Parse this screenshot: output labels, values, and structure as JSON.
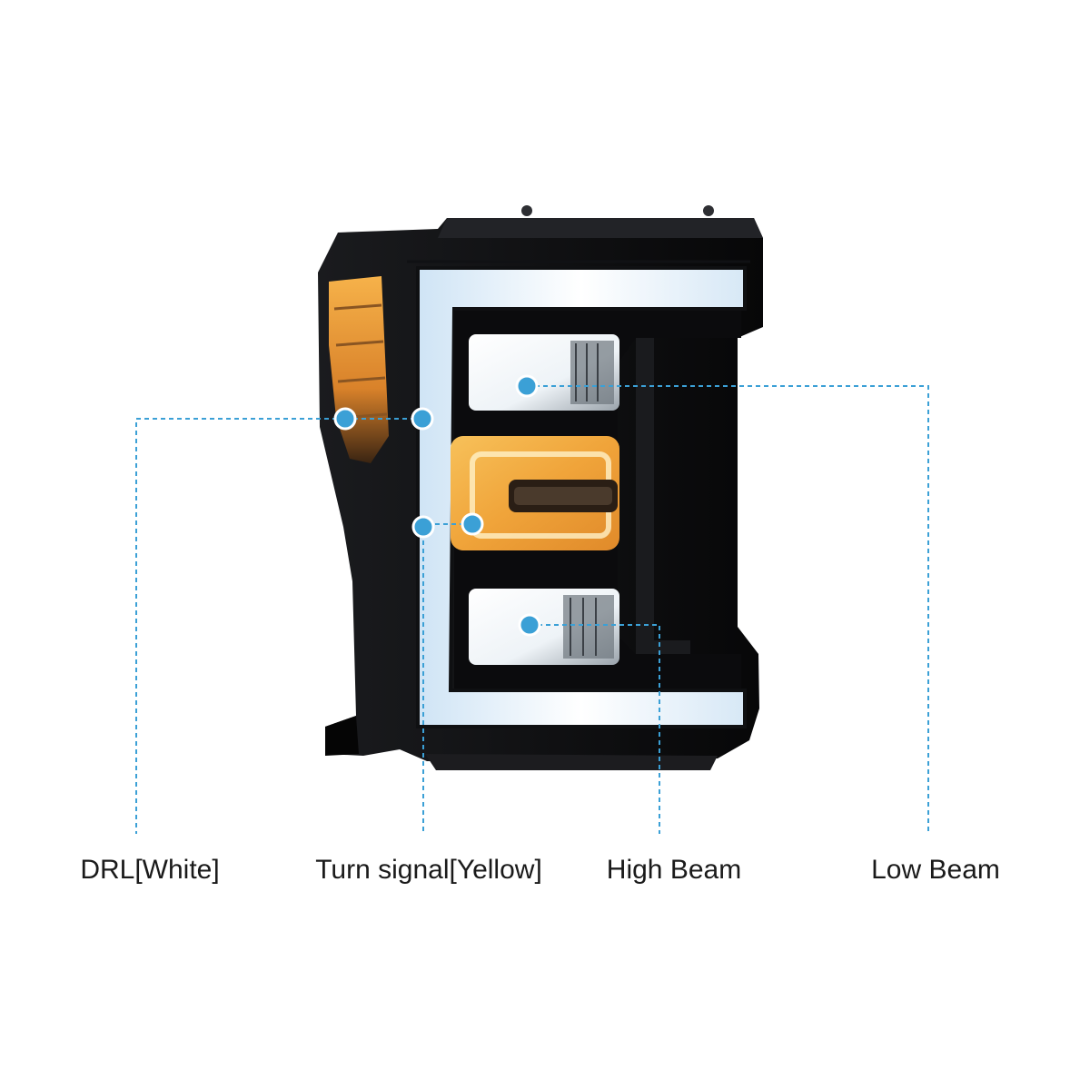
{
  "image": {
    "subject": "headlight-assembly",
    "accent_color": "#3ba0d6",
    "body_color": "#0d0d0f",
    "drl_color": "#e9f3fb",
    "turn_color": "#f2a63a"
  },
  "labels": {
    "drl": "DRL[White]",
    "turn_signal": "Turn signal[Yellow]",
    "high_beam": "High Beam",
    "low_beam": "Low Beam"
  }
}
